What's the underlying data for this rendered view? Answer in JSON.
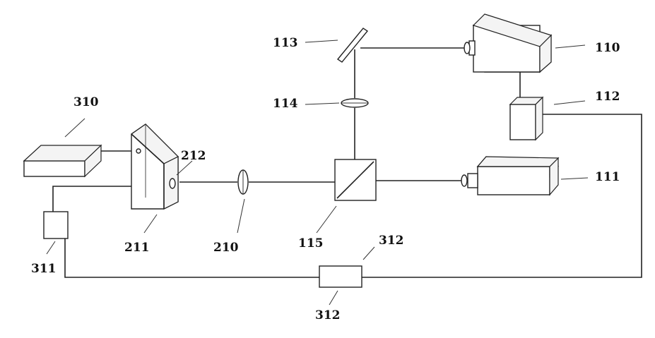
{
  "labels": {
    "l110": "110",
    "l111": "111",
    "l112": "112",
    "l113": "113",
    "l114": "114",
    "l115": "115",
    "l210": "210",
    "l211": "211",
    "l212": "212",
    "l310": "310",
    "l311": "311",
    "l312_top": "312",
    "l312_bottom": "312"
  }
}
